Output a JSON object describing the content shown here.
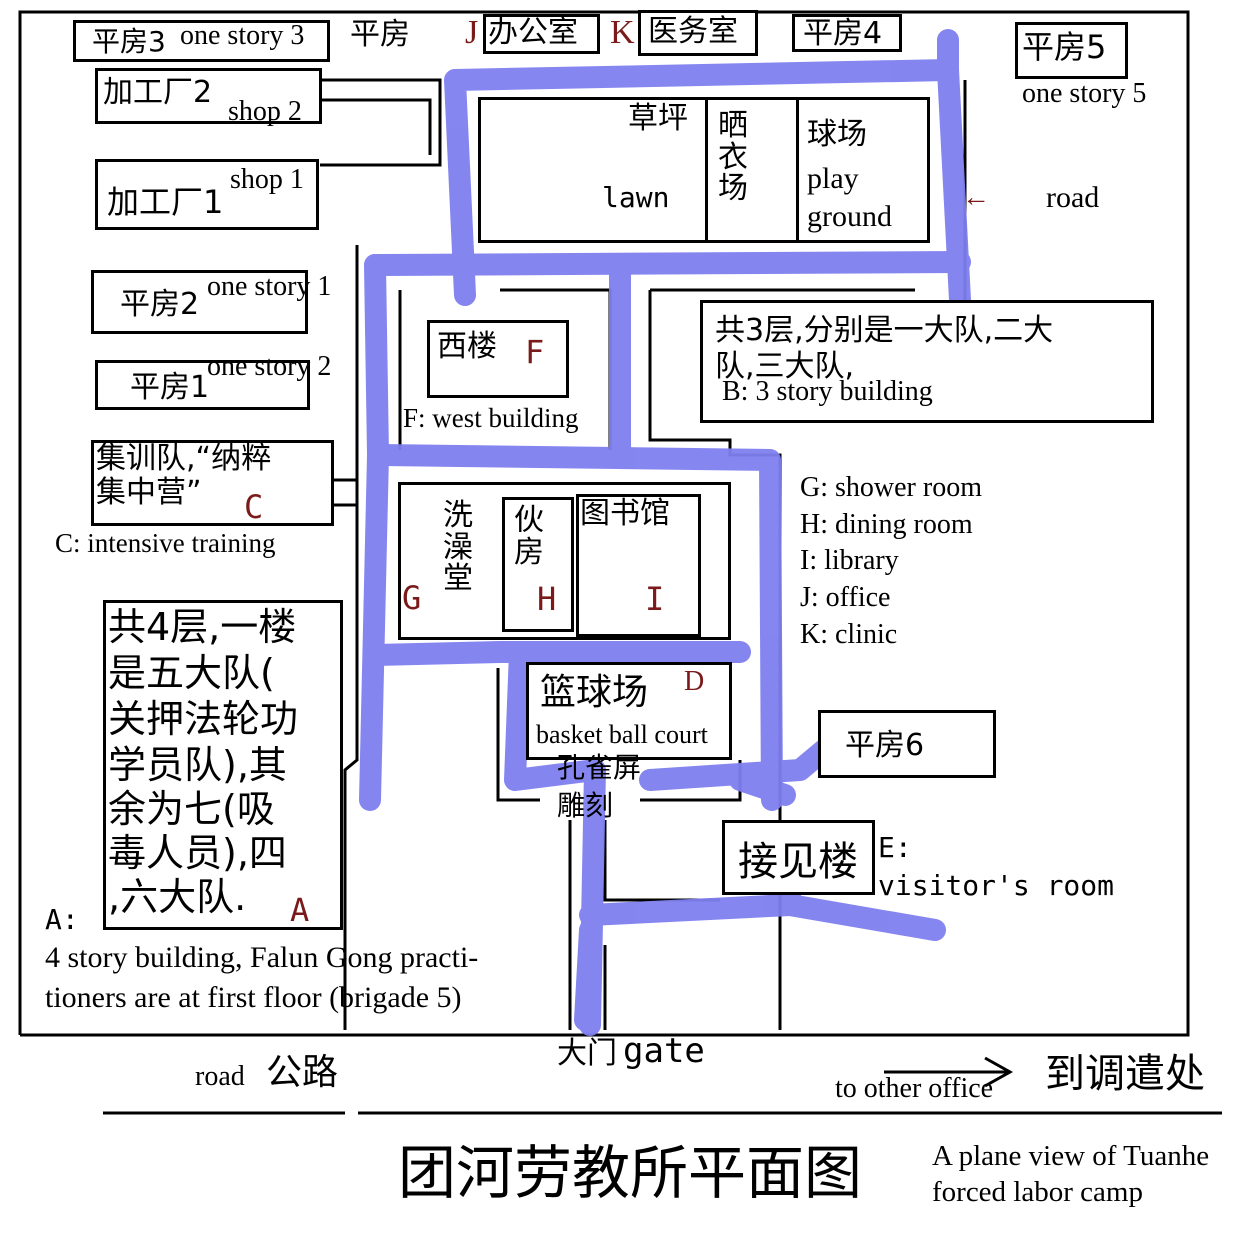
{
  "map": {
    "road_color": "#7f7ff0",
    "labels": {
      "house3_zh": "平房3",
      "house3_en": "one story 3",
      "house_plain": "平房",
      "office_letter": "J",
      "office_zh": "办公室",
      "clinic_letter": "K",
      "clinic_zh": "医务室",
      "house4_zh": "平房4",
      "house5_zh": "平房5",
      "house5_en": "one story 5",
      "shop2_zh": "加工厂2",
      "shop2_en": "shop 2",
      "shop1_zh": "加工厂1",
      "shop1_en": "shop 1",
      "lawn_zh": "草坪",
      "lawn_en": "lawn",
      "drying_zh": "晒衣场",
      "playground_zh": "球场",
      "playground_en1": "play",
      "playground_en2": "ground",
      "road_arrow": "←",
      "road_right": "road",
      "house2_zh": "平房2",
      "house2_en": "one story 1",
      "house1_zh": "平房1",
      "house1_en": "one story 2",
      "westbldg_zh": "西楼",
      "westbldg_letter": "F",
      "westbldg_en": "F: west building",
      "bbldg_zh1": "共3层,分别是一大队,二大",
      "bbldg_zh2": "队,三大队,",
      "bbldg_en": "B: 3 story building",
      "ctrain_zh1": "集训队,“纳粹",
      "ctrain_zh2": "集中营”",
      "ctrain_letter": "C",
      "ctrain_en": "C: intensive training",
      "shower_zh": "洗澡堂",
      "shower_letter": "G",
      "dining_zh": "伙房",
      "dining_letter": "H",
      "library_zh": "图书馆",
      "library_letter": "I",
      "legend_g": "G:  shower room",
      "legend_h": "H:  dining room",
      "legend_i": "I:   library",
      "legend_j": "J:   office",
      "legend_k": "K:  clinic",
      "abldg_zh1": "共4层,一楼",
      "abldg_zh2": "是五大队(",
      "abldg_zh3": "关押法轮功",
      "abldg_zh4": "学员队),其",
      "abldg_zh5": "余为七(吸",
      "abldg_zh6": "毒人员),四",
      "abldg_zh7": ",六大队.",
      "abldg_letter": "A",
      "court_zh": "篮球场",
      "court_letter": "D",
      "court_en": "basket ball court",
      "peacock_zh": "孔雀屏",
      "carving_zh": "雕刻",
      "house6_zh": "平房6",
      "visitor_zh": "接见楼",
      "visitor_en1": "E:",
      "visitor_en2": "visitor's room",
      "abldg_en0": "A:",
      "abldg_en1": "4 story building, Falun Gong practi-",
      "abldg_en2": "tioners are at first floor (brigade 5)",
      "gate_zh": "大门",
      "gate_en": "gate",
      "road_bottom_en": "road",
      "road_bottom_zh": "公路",
      "other_en": "to other office",
      "other_zh": "到调遣处",
      "title_zh": "团河劳教所平面图",
      "title_en1": "A plane view of Tuanhe",
      "title_en2": "forced labor camp"
    }
  }
}
